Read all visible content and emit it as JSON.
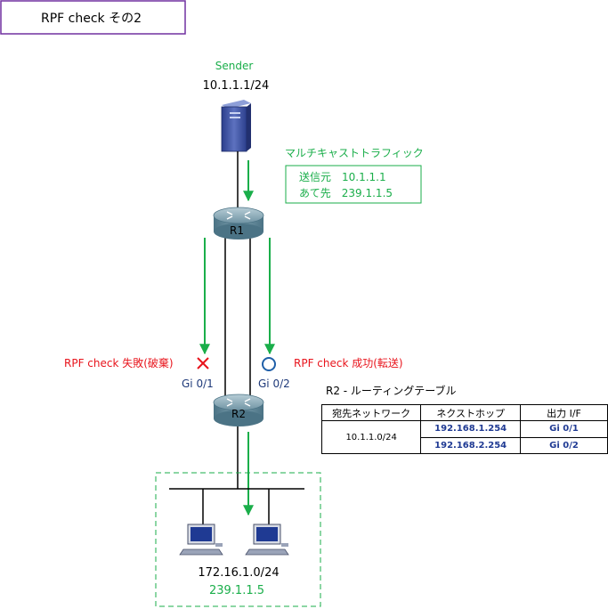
{
  "title": "RPF check その2",
  "sender": {
    "label": "Sender",
    "ip": "10.1.1.1/24"
  },
  "traffic": {
    "heading": "マルチキャストトラフィック",
    "line1": "送信元　10.1.1.1",
    "line2": "あて先　239.1.1.5"
  },
  "routers": {
    "r1": "R1",
    "r2": "R2"
  },
  "rpf": {
    "fail": "RPF check 失敗(破棄)",
    "success": "RPF check 成功(転送)"
  },
  "interfaces": {
    "left": "Gi 0/1",
    "right": "Gi 0/2"
  },
  "lan": {
    "network": "172.16.1.0/24",
    "group": "239.1.1.5"
  },
  "routing_table": {
    "title": "R2 - ルーティングテーブル",
    "headers": [
      "宛先ネットワーク",
      "ネクストホップ",
      "出力 I/F"
    ],
    "destination": "10.1.1.0/24",
    "rows": [
      {
        "next_hop": "192.168.1.254",
        "iface": "Gi 0/1"
      },
      {
        "next_hop": "192.168.2.254",
        "iface": "Gi 0/2"
      }
    ]
  },
  "colors": {
    "green": "#1aae4a",
    "red": "#e8141c",
    "blue": "#1f5fa8",
    "title_border": "#7030a0"
  }
}
